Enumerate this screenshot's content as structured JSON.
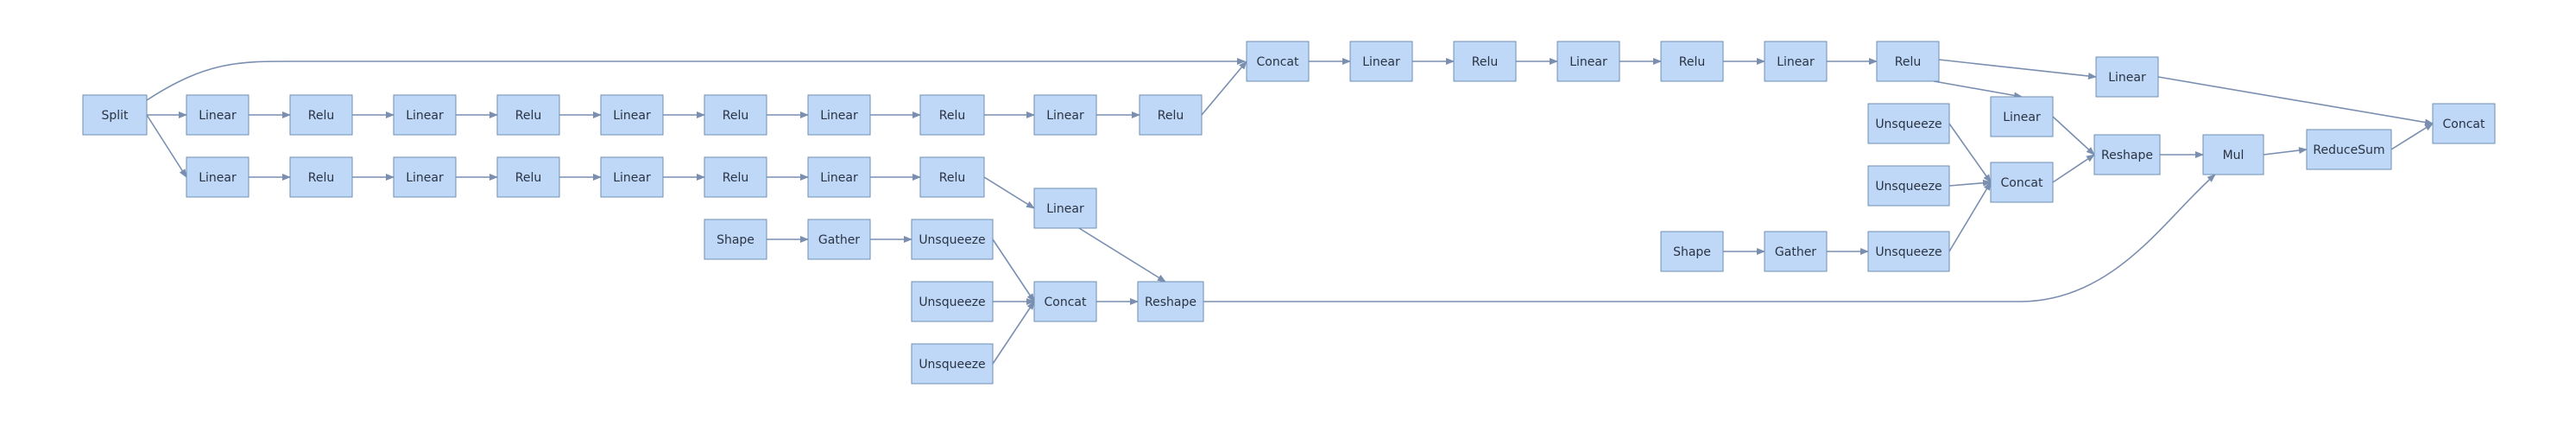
{
  "colors": {
    "node_fill": "#bfd8f8",
    "node_border": "#6f8fb4",
    "edge": "#7a8fb0",
    "text": "#2a3342"
  },
  "nodes": {
    "split": {
      "label": "Split"
    },
    "a_lin1": {
      "label": "Linear"
    },
    "a_relu1": {
      "label": "Relu"
    },
    "a_lin2": {
      "label": "Linear"
    },
    "a_relu2": {
      "label": "Relu"
    },
    "a_lin3": {
      "label": "Linear"
    },
    "a_relu3": {
      "label": "Relu"
    },
    "a_lin4": {
      "label": "Linear"
    },
    "a_relu4": {
      "label": "Relu"
    },
    "a_lin5": {
      "label": "Linear"
    },
    "a_relu5": {
      "label": "Relu"
    },
    "concat1": {
      "label": "Concat"
    },
    "c_lin1": {
      "label": "Linear"
    },
    "c_relu1": {
      "label": "Relu"
    },
    "c_lin2": {
      "label": "Linear"
    },
    "c_relu2": {
      "label": "Relu"
    },
    "c_lin3": {
      "label": "Linear"
    },
    "c_relu3": {
      "label": "Relu"
    },
    "c_lin_top": {
      "label": "Linear"
    },
    "c_lin_low": {
      "label": "Linear"
    },
    "concat_final": {
      "label": "Concat"
    },
    "b_lin1": {
      "label": "Linear"
    },
    "b_relu1": {
      "label": "Relu"
    },
    "b_lin2": {
      "label": "Linear"
    },
    "b_relu2": {
      "label": "Relu"
    },
    "b_lin3": {
      "label": "Linear"
    },
    "b_relu3": {
      "label": "Relu"
    },
    "b_lin4": {
      "label": "Linear"
    },
    "b_relu4": {
      "label": "Relu"
    },
    "b_lin5": {
      "label": "Linear"
    },
    "shape1": {
      "label": "Shape"
    },
    "gather1": {
      "label": "Gather"
    },
    "unsq1": {
      "label": "Unsqueeze"
    },
    "unsq2": {
      "label": "Unsqueeze"
    },
    "unsq3": {
      "label": "Unsqueeze"
    },
    "concat2": {
      "label": "Concat"
    },
    "reshape1": {
      "label": "Reshape"
    },
    "unsq4": {
      "label": "Unsqueeze"
    },
    "unsq5": {
      "label": "Unsqueeze"
    },
    "shape2": {
      "label": "Shape"
    },
    "gather2": {
      "label": "Gather"
    },
    "unsq6": {
      "label": "Unsqueeze"
    },
    "concat3": {
      "label": "Concat"
    },
    "reshape2": {
      "label": "Reshape"
    },
    "mul": {
      "label": "Mul"
    },
    "reducesum": {
      "label": "ReduceSum"
    }
  },
  "edges": [
    [
      "split",
      "a_lin1"
    ],
    [
      "a_lin1",
      "a_relu1"
    ],
    [
      "a_relu1",
      "a_lin2"
    ],
    [
      "a_lin2",
      "a_relu2"
    ],
    [
      "a_relu2",
      "a_lin3"
    ],
    [
      "a_lin3",
      "a_relu3"
    ],
    [
      "a_relu3",
      "a_lin4"
    ],
    [
      "a_lin4",
      "a_relu4"
    ],
    [
      "a_relu4",
      "a_lin5"
    ],
    [
      "a_lin5",
      "a_relu5"
    ],
    [
      "a_relu5",
      "concat1"
    ],
    [
      "split",
      "concat1"
    ],
    [
      "concat1",
      "c_lin1"
    ],
    [
      "c_lin1",
      "c_relu1"
    ],
    [
      "c_relu1",
      "c_lin2"
    ],
    [
      "c_lin2",
      "c_relu2"
    ],
    [
      "c_relu2",
      "c_lin3"
    ],
    [
      "c_lin3",
      "c_relu3"
    ],
    [
      "c_relu3",
      "c_lin_top"
    ],
    [
      "c_relu3",
      "c_lin_low"
    ],
    [
      "c_lin_top",
      "concat_final"
    ],
    [
      "c_lin_low",
      "reshape2"
    ],
    [
      "split",
      "b_lin1"
    ],
    [
      "b_lin1",
      "b_relu1"
    ],
    [
      "b_relu1",
      "b_lin2"
    ],
    [
      "b_lin2",
      "b_relu2"
    ],
    [
      "b_relu2",
      "b_lin3"
    ],
    [
      "b_lin3",
      "b_relu3"
    ],
    [
      "b_relu3",
      "b_lin4"
    ],
    [
      "b_lin4",
      "b_relu4"
    ],
    [
      "b_relu4",
      "b_lin5"
    ],
    [
      "b_lin5",
      "reshape1"
    ],
    [
      "shape1",
      "gather1"
    ],
    [
      "gather1",
      "unsq1"
    ],
    [
      "unsq1",
      "concat2"
    ],
    [
      "unsq2",
      "concat2"
    ],
    [
      "unsq3",
      "concat2"
    ],
    [
      "concat2",
      "reshape1"
    ],
    [
      "reshape1",
      "mul"
    ],
    [
      "unsq4",
      "concat3"
    ],
    [
      "unsq5",
      "concat3"
    ],
    [
      "shape2",
      "gather2"
    ],
    [
      "gather2",
      "unsq6"
    ],
    [
      "unsq6",
      "concat3"
    ],
    [
      "concat3",
      "reshape2"
    ],
    [
      "reshape2",
      "mul"
    ],
    [
      "mul",
      "reducesum"
    ],
    [
      "reducesum",
      "concat_final"
    ]
  ]
}
